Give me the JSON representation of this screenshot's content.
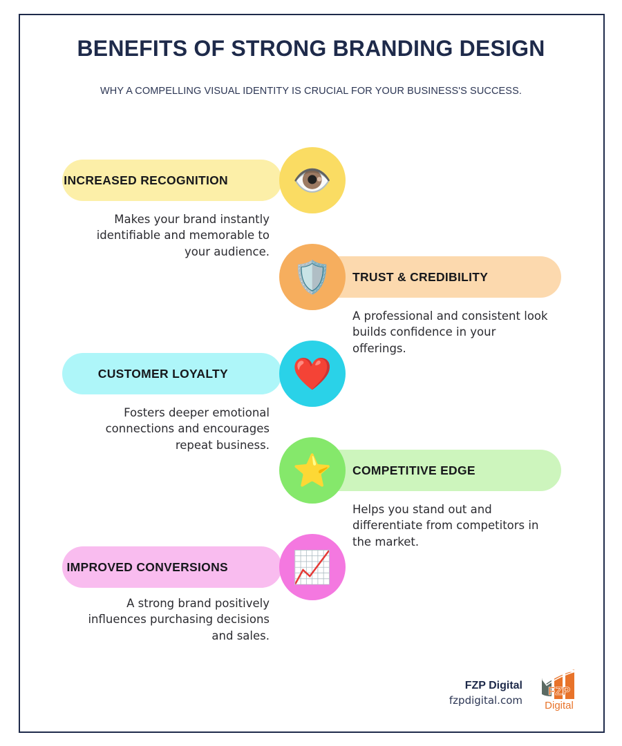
{
  "header": {
    "title": "BENEFITS OF STRONG BRANDING DESIGN",
    "subtitle": "WHY A COMPELLING VISUAL IDENTITY IS CRUCIAL FOR YOUR BUSINESS'S SUCCESS."
  },
  "benefits": [
    {
      "label": "INCREASED RECOGNITION",
      "description": "Makes your brand instantly identifiable and memorable to your audience.",
      "icon": "eye-icon",
      "icon_glyph": "👁️",
      "pill_color": "#FCEFA8",
      "circle_color": "#FADC63",
      "side": "left"
    },
    {
      "label": "TRUST & CREDIBILITY",
      "description": "A professional and consistent look builds confidence in your offerings.",
      "icon": "shield-icon",
      "icon_glyph": "🛡️",
      "pill_color": "#FCD9AE",
      "circle_color": "#F6AE5E",
      "side": "right"
    },
    {
      "label": "CUSTOMER LOYALTY",
      "description": "Fosters deeper emotional connections and encourages repeat business.",
      "icon": "heart-icon",
      "icon_glyph": "❤️",
      "pill_color": "#AEF6F9",
      "circle_color": "#2AD2E8",
      "side": "left"
    },
    {
      "label": "COMPETITIVE EDGE",
      "description": "Helps you stand out and differentiate from competitors in the market.",
      "icon": "star-icon",
      "icon_glyph": "⭐",
      "pill_color": "#CDF5BD",
      "circle_color": "#85E86B",
      "side": "right"
    },
    {
      "label": "IMPROVED CONVERSIONS",
      "description": "A strong brand positively influences purchasing decisions and sales.",
      "icon": "chart-increasing-icon",
      "icon_glyph": "📈",
      "pill_color": "#F9BCEF",
      "circle_color": "#F478E0",
      "side": "left"
    }
  ],
  "footer": {
    "brand_name": "FZP Digital",
    "brand_url": "fzpdigital.com",
    "logo_name": "fzp-digital-logo",
    "logo_text_top": "FZP",
    "logo_text_bottom": "Digital"
  },
  "colors": {
    "border": "#1e2a4a",
    "title": "#1e2a4a",
    "body_text": "#2b2b30",
    "logo_orange": "#E8732A",
    "logo_gray": "#5A6A63"
  }
}
